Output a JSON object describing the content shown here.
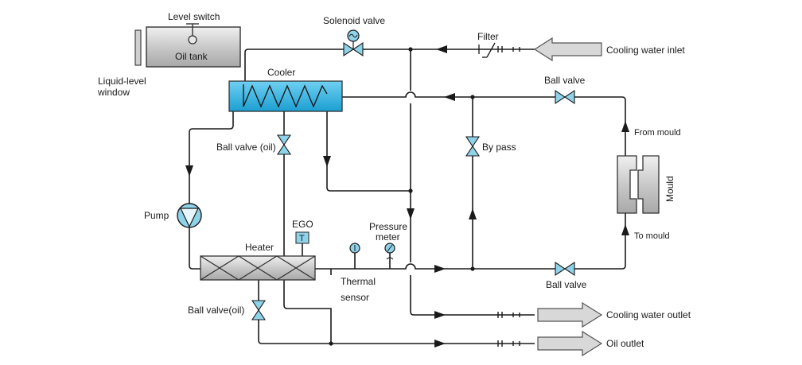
{
  "labels": {
    "level_switch": "Level switch",
    "oil_tank": "Oil tank",
    "liquid_level_1": "Liquid-level",
    "liquid_level_2": "window",
    "solenoid_valve": "Solenoid valve",
    "filter": "Filter",
    "cooling_water_inlet": "Cooling water inlet",
    "cooler": "Cooler",
    "ball_valve_top": "Ball valve",
    "from_mould": "From mould",
    "ball_valve_oil_top": "Ball valve (oil)",
    "by_pass": "By pass",
    "mould": "Mould",
    "pump": "Pump",
    "ego": "EGO",
    "ego_symbol": "T",
    "heater": "Heater",
    "pressure_1": "Pressure",
    "pressure_2": "meter",
    "to_mould": "To mould",
    "thermal_1": "Thermal",
    "thermal_2": "sensor",
    "ball_valve_bottom": "Ball valve",
    "ball_valve_oil_bottom": "Ball valve(oil)",
    "cooling_water_outlet": "Cooling water outlet",
    "oil_outlet": "Oil outlet"
  },
  "colors": {
    "valve_fill": "#8fd3ea",
    "cooler_fill": "#33b8e6",
    "line": "#1a1a1a"
  },
  "icons": [
    "solenoid-icon",
    "filter-icon",
    "pump-icon",
    "ball-valve-icon",
    "thermal-sensor-icon",
    "pressure-gauge-icon",
    "flow-arrow-icon"
  ]
}
